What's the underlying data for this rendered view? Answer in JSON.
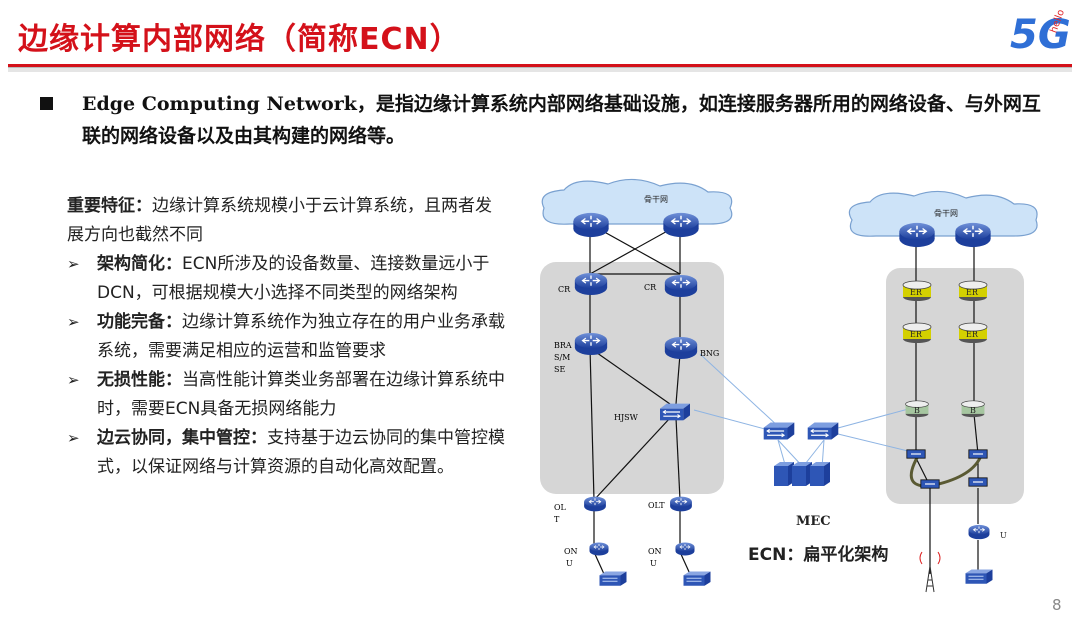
{
  "slide": {
    "title": "边缘计算内部网络（简称ECN）",
    "logo": {
      "main": "5G",
      "small": "hello"
    },
    "page_number": "8"
  },
  "intro": {
    "bullet_icon": "square-bullet-icon",
    "lead": "Edge Computing Network，",
    "text": "是指边缘计算系统内部网络基础设施，如连接服务器所用的网络设备、与外网互联的网络设备以及由其构建的网络等。"
  },
  "features": {
    "heading": "重要特征：",
    "summary": "边缘计算系统规模小于云计算系统，且两者发展方向也截然不同",
    "items": [
      {
        "label": "架构简化：",
        "text": "ECN所涉及的设备数量、连接数量远小于DCN，可根据规模大小选择不同类型的网络架构"
      },
      {
        "label": "功能完备：",
        "text": "边缘计算系统作为独立存在的用户业务承载系统，需要满足相应的运营和监管要求"
      },
      {
        "label": "无损性能：",
        "text": "当高性能计算类业务部署在边缘计算系统中时，需要ECN具备无损网络能力"
      },
      {
        "label": "边云协同，集中管控：",
        "text": "支持基于边云协同的集中管控模式，以保证网络与计算资源的自动化高效配置。"
      }
    ]
  },
  "diagram": {
    "left_cloud": "骨干网",
    "right_cloud": "骨干网",
    "labels": {
      "cr1": "CR",
      "cr2": "CR",
      "bras_1": "BRA",
      "bras_2": "S/M",
      "bras_3": "SE",
      "bng": "BNG",
      "hjsw": "HJSW",
      "olt1_1": "OL",
      "olt1_2": "T",
      "olt2": "OLT",
      "onu1_1": "ON",
      "onu1_2": "U",
      "onu2_1": "ON",
      "onu2_2": "U",
      "er1": "ER",
      "er2": "ER",
      "er3": "ER",
      "er4": "ER",
      "b1": "B",
      "b2": "B",
      "u": "U"
    },
    "mec_label": "MEC",
    "caption": "ECN：扁平化架构",
    "colors": {
      "router": "#2e56b6",
      "er": "#d4d000",
      "b": "#a6c6a0",
      "panel": "#d6d6d6",
      "link": "#8eb4e3"
    }
  }
}
